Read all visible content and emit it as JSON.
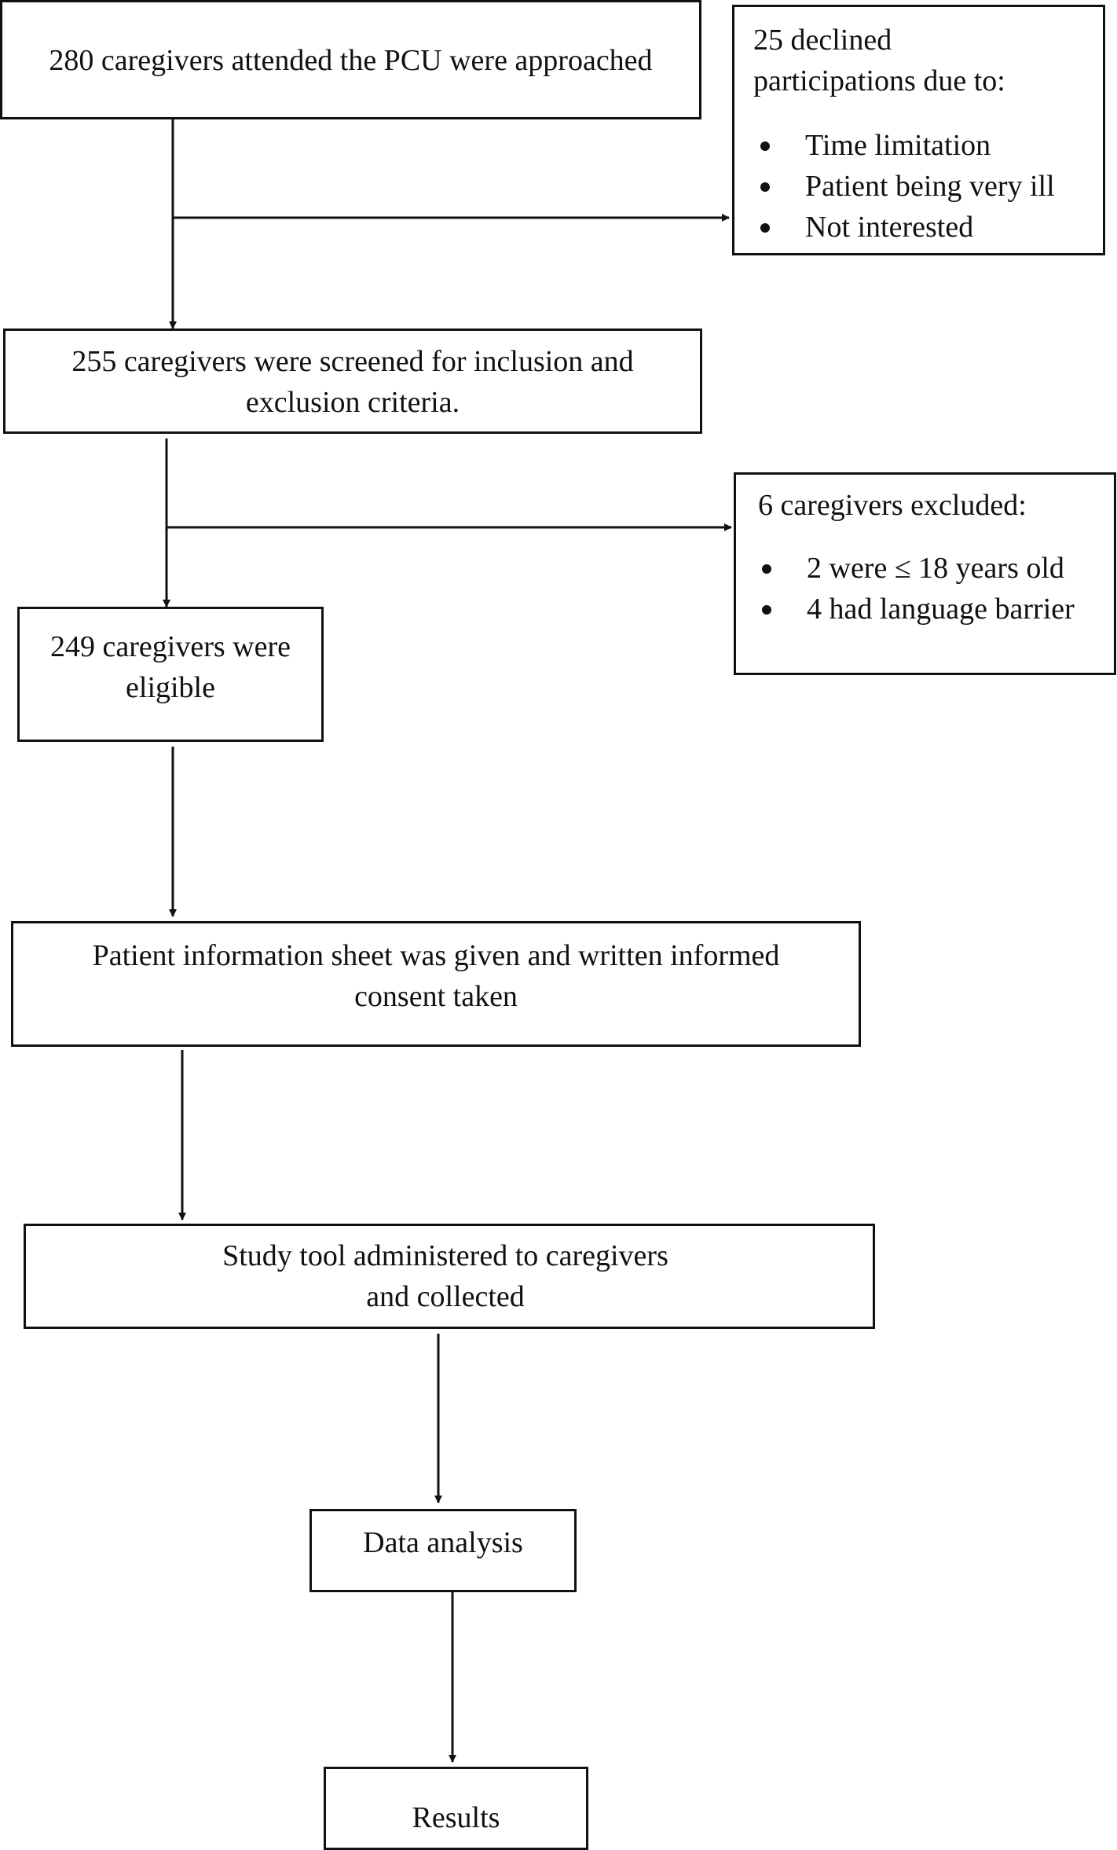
{
  "steps": {
    "approached": "280 caregivers attended the PCU were approached",
    "screened": [
      "255 caregivers were screened for inclusion and",
      "exclusion criteria."
    ],
    "eligible": [
      "249 caregivers were",
      "eligible"
    ],
    "consent": [
      "Patient information sheet was given and written informed",
      "consent taken"
    ],
    "study_tool": [
      "Study tool administered to caregivers",
      "and collected"
    ],
    "analysis": "Data analysis",
    "results": "Results"
  },
  "declined": {
    "title": [
      "25 declined",
      "participations due to:"
    ],
    "reasons": [
      "Time limitation",
      "Patient being very ill",
      "Not interested"
    ]
  },
  "excluded": {
    "title": "6 caregivers excluded:",
    "reasons": [
      "2 were ≤ 18 years old",
      "4 had language barrier"
    ]
  }
}
